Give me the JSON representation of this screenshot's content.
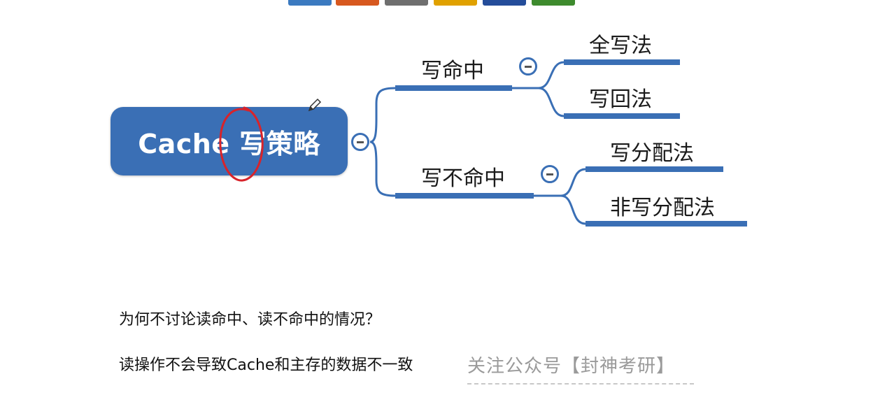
{
  "toolbar": {
    "swatches": [
      {
        "name": "blue",
        "color": "#3b7ac0"
      },
      {
        "name": "orange",
        "color": "#d7581f"
      },
      {
        "name": "gray",
        "color": "#6f6f6f"
      },
      {
        "name": "gold",
        "color": "#e0a100"
      },
      {
        "name": "navy",
        "color": "#244d9a"
      },
      {
        "name": "green",
        "color": "#3e8b2e"
      }
    ]
  },
  "mindmap": {
    "root": "Cache 写策略",
    "branches": [
      {
        "label": "写命中",
        "children": [
          "全写法",
          "写回法"
        ]
      },
      {
        "label": "写不命中",
        "children": [
          "写分配法",
          "非写分配法"
        ]
      }
    ],
    "accent_color": "#3a6fb5",
    "annotation_color": "#d8232a"
  },
  "notes": {
    "question": "为何不讨论读命中、读不命中的情况？",
    "answer": "读操作不会导致Cache和主存的数据不一致"
  },
  "watermark": {
    "text": "关注公众号【封神考研】"
  }
}
